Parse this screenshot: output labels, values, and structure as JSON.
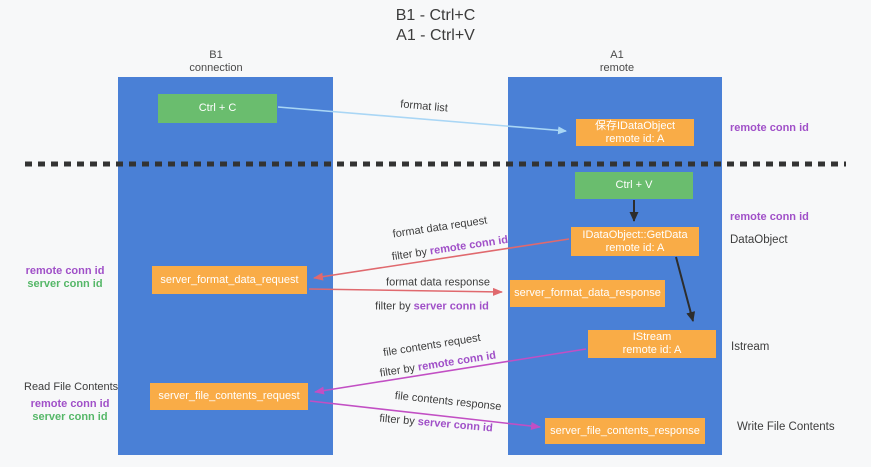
{
  "colors": {
    "bg": "#f7f8f9",
    "column-blue": "#4a80d6",
    "box-orange": "#f9ac47",
    "box-green": "#6abd6e",
    "text-dark": "#3d3d3d",
    "purple": "#a050c8",
    "green-text": "#55b768",
    "salmon-arrow": "#e0696e",
    "magenta-arrow": "#c24fc4",
    "lightblue-arrow": "#a9d6f5",
    "black-arrow": "#2d2d2d",
    "dash-line": "#333333"
  },
  "title": {
    "line1": "B1 - Ctrl+C",
    "line2": "A1 - Ctrl+V"
  },
  "left_column": {
    "header1": "B1",
    "header2": "connection"
  },
  "right_column": {
    "header1": "A1",
    "header2": "remote"
  },
  "nodes": {
    "ctrl_c": "Ctrl + C",
    "ctrl_v": "Ctrl + V",
    "saved_dataobject": {
      "line1": "保存IDataObject",
      "line2": "remote id: A"
    },
    "getdata": {
      "line1": "IDataObject::GetData",
      "line2": "remote id: A"
    },
    "istream": {
      "line1": "IStream",
      "line2": "remote id: A"
    },
    "format_request": "server_format_data_request",
    "format_response": "server_format_data_response",
    "file_request": "server_file_contents_request",
    "file_response": "server_file_contents_response"
  },
  "edge_labels": {
    "format_list": "format list",
    "format_data_request": "format data request",
    "format_data_response": "format data response",
    "file_contents_request": "file contents request",
    "file_contents_response": "file contents response",
    "filter_by": "filter by",
    "remote_conn_id": "remote conn id",
    "server_conn_id": "server conn id"
  },
  "side_labels": {
    "right_top_remote_conn_id": "remote conn id",
    "right_mid_remote_conn_id": "remote conn id",
    "dataobject": "DataObject",
    "istream": "Istream",
    "write_file_contents": "Write File Contents",
    "left_remote_conn_id": "remote conn id",
    "left_server_conn_id": "server conn id",
    "read_file_contents": "Read File Contents",
    "left2_remote_conn_id": "remote conn id",
    "left2_server_conn_id": "server conn id"
  }
}
